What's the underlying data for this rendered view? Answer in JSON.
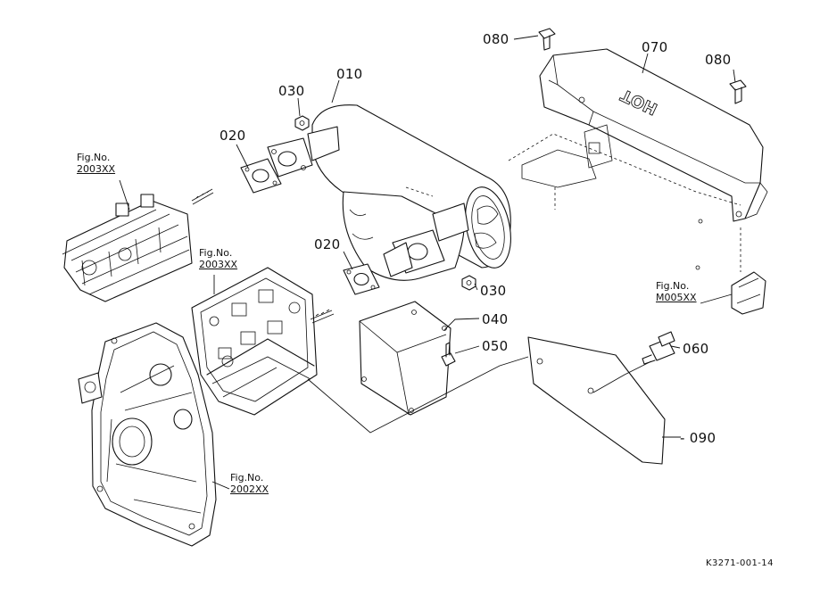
{
  "parts": [
    {
      "id": "part-010",
      "label": "010"
    },
    {
      "id": "part-020a",
      "label": "020"
    },
    {
      "id": "part-020b",
      "label": "020"
    },
    {
      "id": "part-030a",
      "label": "030"
    },
    {
      "id": "part-030b",
      "label": "030"
    },
    {
      "id": "part-040",
      "label": "040"
    },
    {
      "id": "part-050",
      "label": "050"
    },
    {
      "id": "part-060",
      "label": "060"
    },
    {
      "id": "part-070",
      "label": "070"
    },
    {
      "id": "part-080a",
      "label": "080"
    },
    {
      "id": "part-080b",
      "label": "080"
    },
    {
      "id": "part-090",
      "label": "- 090"
    }
  ],
  "figure_refs": [
    {
      "line1": "Fig.No.",
      "line2": "2003XX"
    },
    {
      "line1": "Fig.No.",
      "line2": "2003XX"
    },
    {
      "line1": "Fig.No.",
      "line2": "2002XX"
    },
    {
      "line1": "Fig.No.",
      "line2": "M005XX"
    }
  ],
  "heat_shield_marking": "HOT",
  "drawing_code": "K3271-001-14"
}
